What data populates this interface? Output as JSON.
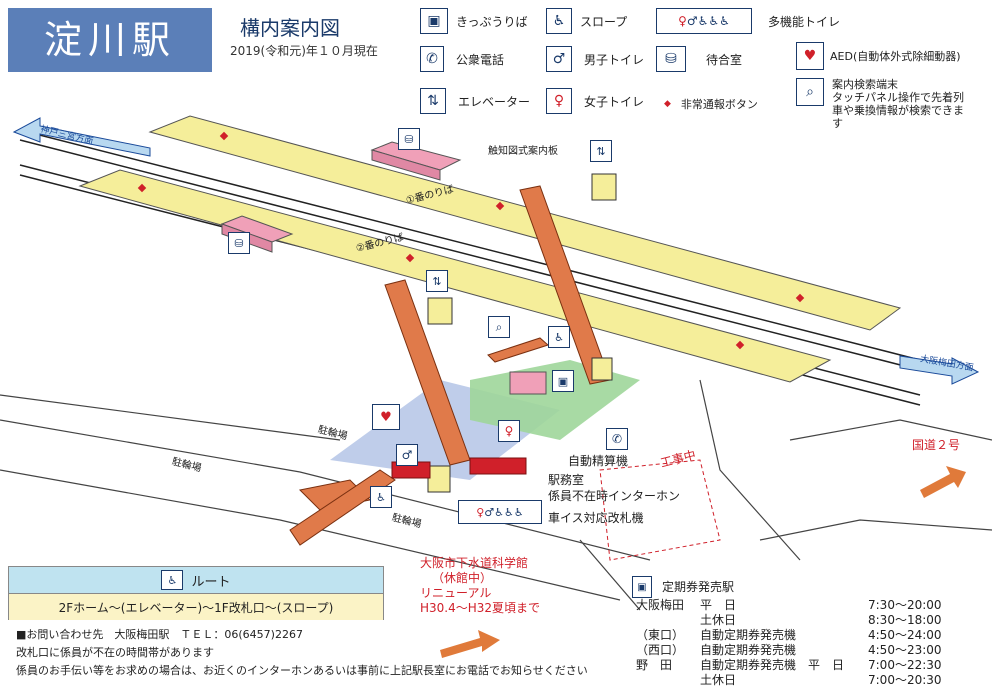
{
  "station_name": "淀川駅",
  "map_title": "構内案内図",
  "as_of_date": "2019(令和元)年１０月現在",
  "legend": [
    {
      "icon": "ticket-machine-icon",
      "label": "きっぷうりば"
    },
    {
      "icon": "wheelchair-slope-icon",
      "label": "スロープ"
    },
    {
      "icon": "multi-toilet-icon",
      "label": "多機能トイレ"
    },
    {
      "icon": "phone-icon",
      "label": "公衆電話"
    },
    {
      "icon": "mens-toilet-icon",
      "label": "男子トイレ"
    },
    {
      "icon": "waiting-room-icon",
      "label": "待合室"
    },
    {
      "icon": "aed-icon",
      "label": "AED(自動体外式除細動器)"
    },
    {
      "icon": "elevator-icon",
      "label": "エレベーター"
    },
    {
      "icon": "womens-toilet-icon",
      "label": "女子トイレ"
    },
    {
      "icon": "emergency-button-icon",
      "label": "非常通報ボタン"
    },
    {
      "icon": "search-terminal-icon",
      "label": "案内検索端末"
    }
  ],
  "search_terminal_note": "タッチパネル操作で先着列車や乗換情報が検索できます",
  "map_labels": {
    "tactile_map": "触知図式案内板",
    "platform_1": "①番のりば",
    "platform_2": "②番のりば",
    "direction_left": "神戸三宮方面",
    "direction_right": "大阪梅田方面",
    "bicycle_parking_1": "駐輪場",
    "bicycle_parking_2": "駐輪場",
    "bicycle_parking_3": "駐輪場",
    "fare_adjustment": "自動精算機",
    "station_office": "駅務室",
    "intercom_note": "係員不在時インターホン",
    "wheelchair_gate": "車イス対応改札機",
    "construction": "工事中",
    "national_route": "国道２号",
    "science_museum_1": "大阪市下水道科学館",
    "science_museum_2": "（休館中）",
    "science_museum_3": "リニューアル",
    "science_museum_4": "H30.4～H32夏頃まで"
  },
  "route": {
    "header": "ルート",
    "path": "2Fホーム～(エレベーター)～1F改札口～(スロープ)"
  },
  "contact": {
    "line1": "■お問い合わせ先　大阪梅田駅　ＴＥＬ：06(6457)2267",
    "line2": "改札口に係員が不在の時間帯があります",
    "line3": "係員のお手伝い等をお求めの場合は、お近くのインターホンあるいは事前に上記駅長室にお電話でお知らせください"
  },
  "commuter_pass": {
    "heading": "定期券発売駅",
    "rows": [
      {
        "place": "大阪梅田",
        "type": "平　日",
        "hours": "7:30～20:00"
      },
      {
        "place": "",
        "type": "土休日",
        "hours": "8:30～18:00"
      },
      {
        "place": "（東口）",
        "type": "自動定期券発売機",
        "hours": "4:50～24:00"
      },
      {
        "place": "（西口）",
        "type": "自動定期券発売機",
        "hours": "4:50～23:00"
      },
      {
        "place": "野　田",
        "type": "自動定期券発売機　平　日",
        "hours": "7:00～22:30"
      },
      {
        "place": "",
        "type": "土休日",
        "hours": "7:00～20:30"
      }
    ]
  },
  "colors": {
    "title_bg": "#5b7fb8",
    "platform": "#f5ee9a",
    "stair": "#e07a4a",
    "concourse_blue": "#b8c8e8",
    "concourse_green": "#9ed69a",
    "emergency": "#d0202a"
  }
}
